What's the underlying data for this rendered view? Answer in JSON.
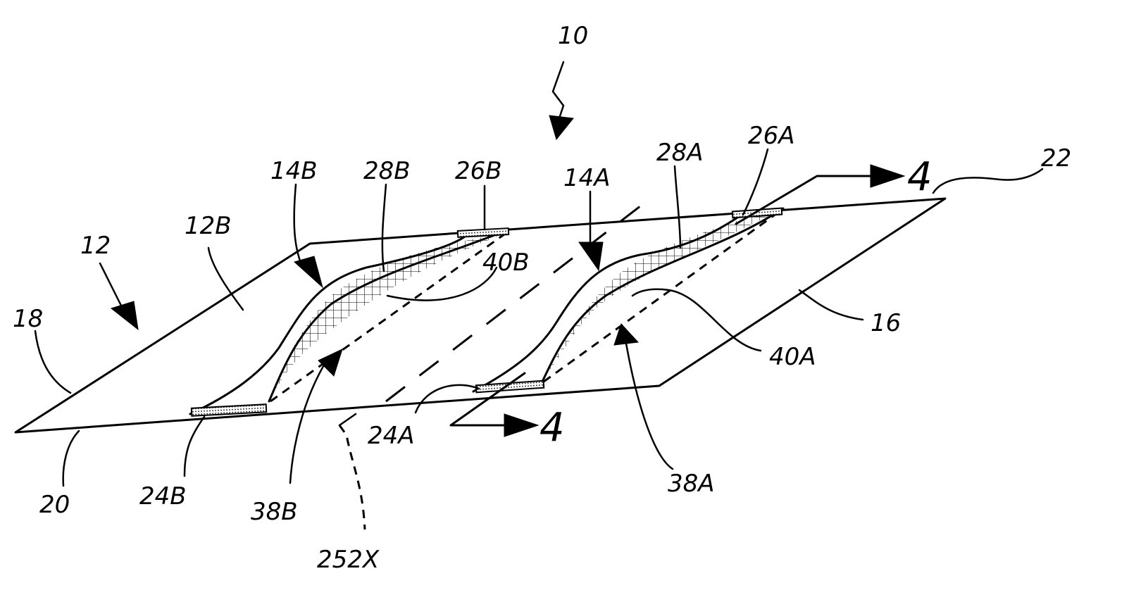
{
  "figure": {
    "labels": {
      "l10": "10",
      "l12": "12",
      "l12b": "12B",
      "l14b": "14B",
      "l28b": "28B",
      "l26b": "26B",
      "l14a": "14A",
      "l28a": "28A",
      "l26a": "26A",
      "l22": "22",
      "l40b": "40B",
      "l18": "18",
      "l16": "16",
      "l40a": "40A",
      "l24a": "24A",
      "l20": "20",
      "l24b": "24B",
      "l38b": "38B",
      "l38a": "38A",
      "l252x": "252X",
      "section_top": "4",
      "section_bottom": "4"
    }
  }
}
